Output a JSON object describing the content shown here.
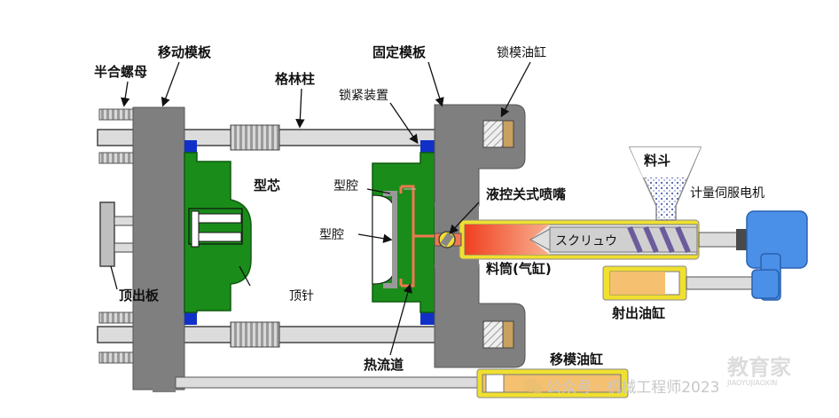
{
  "labels": {
    "half_nut": "半合螺母",
    "moving_platen": "移动模板",
    "tie_bar": "格林柱",
    "fixed_platen": "固定模板",
    "clamp_cylinder": "锁模油缸",
    "locking_device": "锁紧装置",
    "core": "型芯",
    "cavity_1": "型腔",
    "cavity_2": "型腔",
    "nozzle": "液控关式喷嘴",
    "hopper": "料斗",
    "servo_motor": "计量伺服电机",
    "screw": "スクリュウ",
    "barrel": "料筒(气缸)",
    "injection_cylinder": "射出油缸",
    "ejector_plate": "顶出板",
    "ejector_pin": "顶针",
    "hot_runner": "热流道",
    "mold_move_cylinder": "移模油缸"
  },
  "watermark": {
    "text": "公众号 · 机械工程师2023",
    "logo_big": "教育家",
    "logo_small": "JIAOYUJIAOXIN"
  },
  "colors": {
    "platen": "#7f7f7f",
    "mold_green": "#1a8c1a",
    "seal_blue": "#1030c8",
    "rod": "#dcdcdc",
    "barrel_yellow": "#f0e030",
    "melt": "#f07850",
    "motor_blue": "#4a90e8",
    "oil_orange": "#f5c070"
  }
}
